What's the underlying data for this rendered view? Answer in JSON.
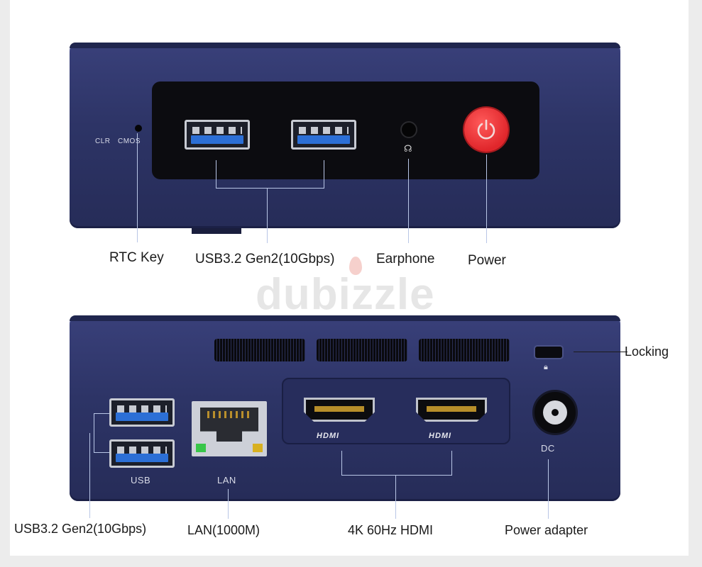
{
  "front": {
    "cmos_left": "CLR",
    "cmos_right": "CMOS",
    "labels": {
      "rtc": "RTC Key",
      "usb": "USB3.2 Gen2(10Gbps)",
      "earphone": "Earphone",
      "power": "Power"
    }
  },
  "watermark": "dubizzle",
  "back": {
    "port_labels": {
      "usb": "USB",
      "lan": "LAN",
      "hdmi": "HDMI",
      "dc": "DC"
    },
    "labels": {
      "locking": "Locking",
      "usb": "USB3.2 Gen2(10Gbps)",
      "lan": "LAN(1000M)",
      "hdmi": "4K 60Hz HDMI",
      "power_adapter": "Power adapter"
    }
  },
  "colors": {
    "body": "#2d3466",
    "power_button": "#e0262b",
    "usb_tongue": "#2c6fd6"
  },
  "icons": [
    "power-icon",
    "headphone-icon",
    "lock-icon"
  ]
}
